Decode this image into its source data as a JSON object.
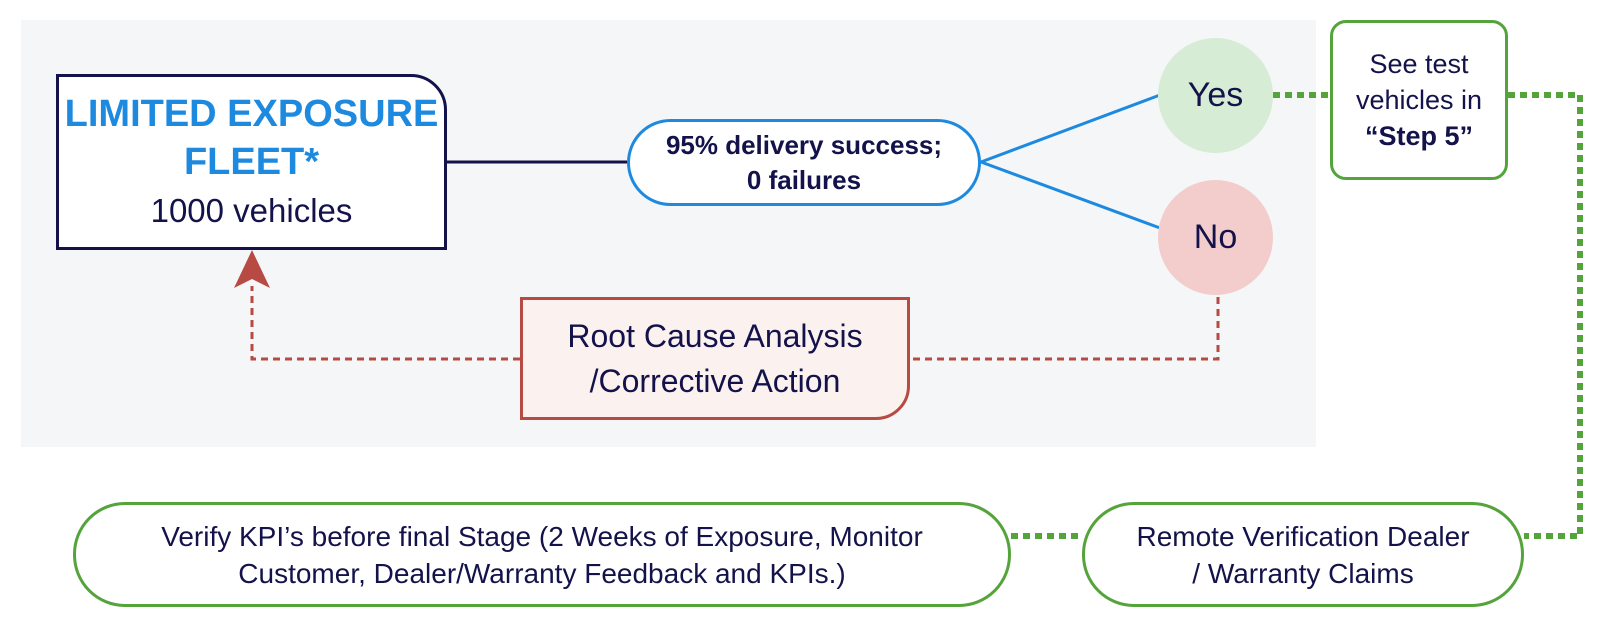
{
  "fleet": {
    "title_line1": "LIMITED EXPOSURE",
    "title_line2": "FLEET*",
    "subtitle": "1000 vehicles"
  },
  "delivery": {
    "line1": "95% delivery success;",
    "line2": "0 failures"
  },
  "decision": {
    "yes": "Yes",
    "no": "No"
  },
  "rca": {
    "line1": "Root Cause Analysis",
    "line2": "/Corrective Action"
  },
  "step5": {
    "line1": "See test",
    "line2": "vehicles in",
    "line3": "“Step 5”"
  },
  "verify": {
    "line1": "Verify KPI’s before final Stage (2 Weeks of Exposure, Monitor",
    "line2": "Customer, Dealer/Warranty Feedback and KPIs.)"
  },
  "remote": {
    "line1": "Remote Verification Dealer",
    "line2": "/ Warranty Claims"
  },
  "colors": {
    "navy": "#13124a",
    "blue": "#1d8ae0",
    "green": "#55a33b",
    "red": "#b84a44",
    "panel": "#f5f6f8"
  }
}
